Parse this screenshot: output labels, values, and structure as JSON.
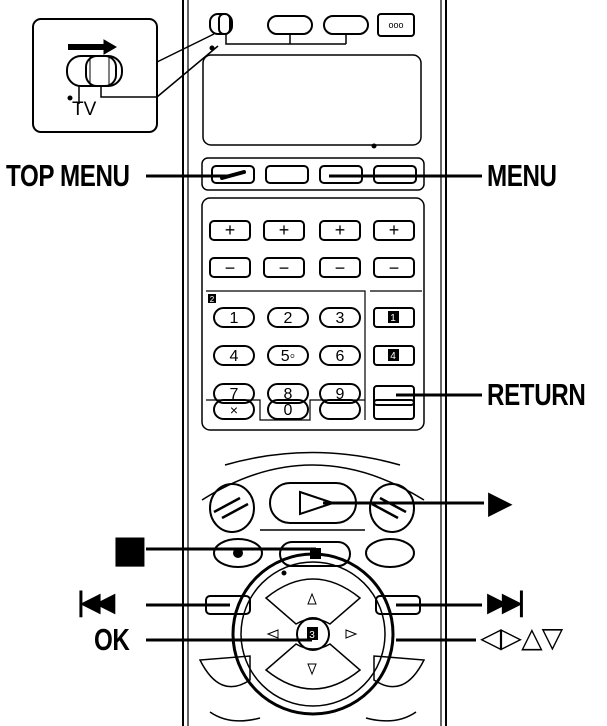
{
  "inset": {
    "switch_position_label": "TV"
  },
  "callouts": {
    "top_menu": "TOP MENU",
    "menu": "MENU",
    "return": "RETURN",
    "play_symbol": "▶",
    "stop_symbol": "■",
    "prev_symbol": "|◀◀",
    "next_symbol": "▶▶|",
    "ok": "OK",
    "arrows_symbol": "◁▷△▽"
  },
  "remote": {
    "top_right_button_label": "ooo",
    "button_plus": "+",
    "button_minus": "−",
    "numeric_marker": "2",
    "keypad": [
      "1",
      "2",
      "3",
      "4",
      "5◦",
      "6",
      "7",
      "8",
      "9",
      "0"
    ],
    "clear_key": "×",
    "side_marker_top": "1",
    "side_marker_bottom": "4",
    "ok_marker": "3"
  }
}
